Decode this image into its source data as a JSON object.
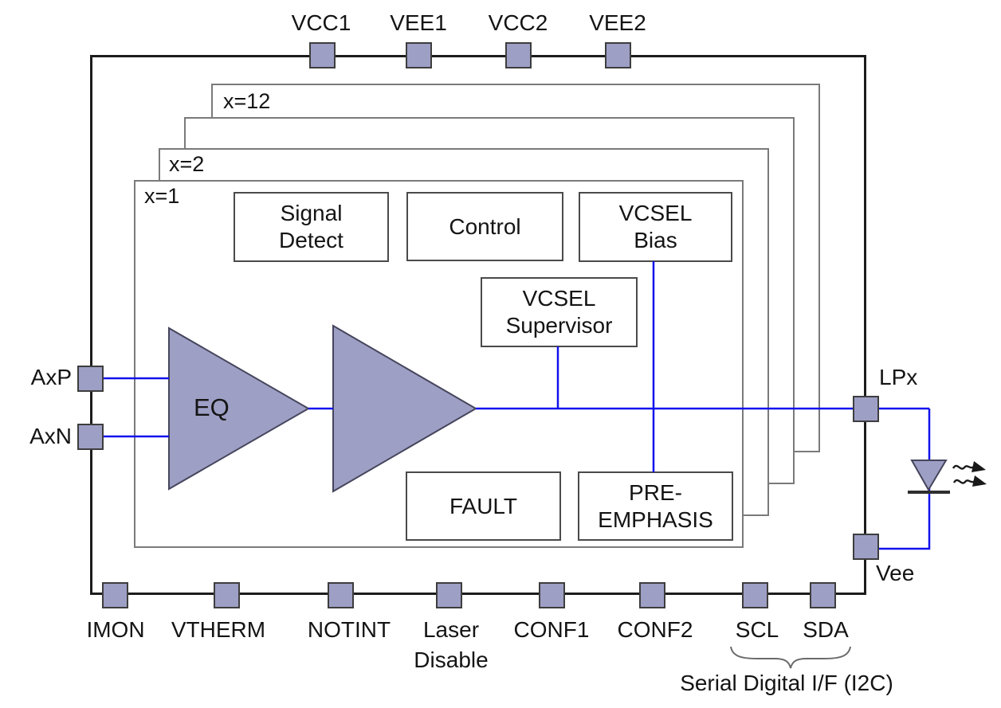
{
  "colors": {
    "wire_blue": "#1212ee",
    "shape_fill": "#9e9fc5",
    "shape_stroke": "#45455c",
    "outer_border": "#1c1c1c",
    "channel_border": "#7a7a7a",
    "block_border": "#4a4a4a",
    "text_color": "#141414"
  },
  "chip": {
    "pins_top": [
      {
        "label": "VCC1"
      },
      {
        "label": "VEE1"
      },
      {
        "label": "VCC2"
      },
      {
        "label": "VEE2"
      }
    ],
    "pins_left": [
      {
        "label": "AxP"
      },
      {
        "label": "AxN"
      }
    ],
    "pins_right": [
      {
        "label": "LPx"
      },
      {
        "label": "Vee"
      }
    ],
    "pins_bottom": [
      {
        "label": "IMON"
      },
      {
        "label": "VTHERM"
      },
      {
        "label": "NOTINT"
      },
      {
        "label": "Laser\nDisable"
      },
      {
        "label": "CONF1"
      },
      {
        "label": "CONF2"
      },
      {
        "label": "SCL"
      },
      {
        "label": "SDA"
      }
    ],
    "channels": [
      {
        "label": "x=1"
      },
      {
        "label": "x=2"
      },
      {
        "label": ""
      },
      {
        "label": "x=12"
      }
    ],
    "blocks": {
      "signal_detect": "Signal\nDetect",
      "control": "Control",
      "vcsel_bias": "VCSEL\nBias",
      "vcsel_supervisor": "VCSEL\nSupervisor",
      "fault": "FAULT",
      "pre_emphasis": "PRE-\nEMPHASIS"
    },
    "eq_label": "EQ",
    "i2c_caption": "Serial Digital I/F (I2C)"
  }
}
